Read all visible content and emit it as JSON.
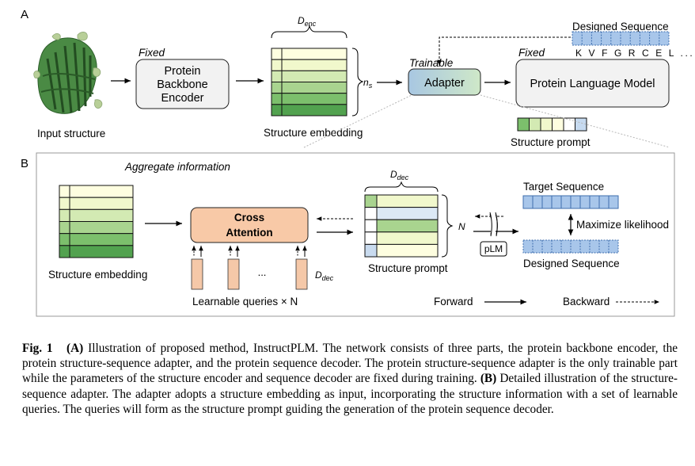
{
  "panel_a": {
    "label": "A",
    "input_caption": "Input structure",
    "encoder": {
      "tag": "Fixed",
      "lines": [
        "Protein",
        "Backbone",
        "Encoder"
      ]
    },
    "embedding": {
      "dim": "D",
      "dim_sub": "enc",
      "caption": "Structure embedding",
      "side": "n",
      "side_sub": "s"
    },
    "adapter": {
      "tag": "Trainable",
      "label": "Adapter"
    },
    "plm": {
      "tag": "Fixed",
      "label": "Protein Language Model"
    },
    "designed": {
      "label": "Designed Sequence",
      "letters": "K V F G R C E L ..."
    },
    "prompt_caption": "Structure prompt"
  },
  "panel_b": {
    "label": "B",
    "title": "Aggregate information",
    "embedding_caption": "Structure embedding",
    "cross_attention": [
      "Cross",
      "Attention"
    ],
    "queries_caption": "Learnable queries × N",
    "queries_dim": "D",
    "queries_dim_sub": "dec",
    "ellipsis": "...",
    "prompt_caption": "Structure prompt",
    "prompt_dim": "D",
    "prompt_dim_sub": "dec",
    "prompt_side": "N",
    "plm_label": "pLM",
    "target_label": "Target Sequence",
    "designed_label": "Designed Sequence",
    "maximize_label": "Maximize likelihood",
    "forward_label": "Forward",
    "backward_label": "Backward"
  },
  "caption": {
    "fig": "Fig. 1",
    "a_tag": "(A)",
    "a_text": "Illustration of proposed method, InstructPLM. The network consists of three parts, the protein backbone encoder, the protein structure-sequence adapter, and the protein sequence decoder. The protein structure-sequence adapter is the only trainable part while the parameters of the structure encoder and sequence decoder are fixed during training.",
    "b_tag": "(B)",
    "b_text": "Detailed illustration of the structure-sequence adapter. The adapter adopts a structure embedding as input, incorporating the structure information with a set of learnable queries. The queries will form as the structure prompt guiding the generation of the protein sequence decoder."
  },
  "colors": {
    "green_ramp": [
      "#fefee0",
      "#f1f8cc",
      "#d3eab3",
      "#a9d48f",
      "#7cbf6c",
      "#52a24f"
    ],
    "adapter_gradient": [
      "#a8c7e2",
      "#c9e6c9"
    ],
    "encoder_fill": "#f2f2f2",
    "cross_attention_fill": "#f8c9a7",
    "query_fill": "#f5c8a8",
    "sequence_fill": "#a8c6ea",
    "sequence_stroke": "#3f6fae",
    "protein_green": "#3e7a3a"
  }
}
